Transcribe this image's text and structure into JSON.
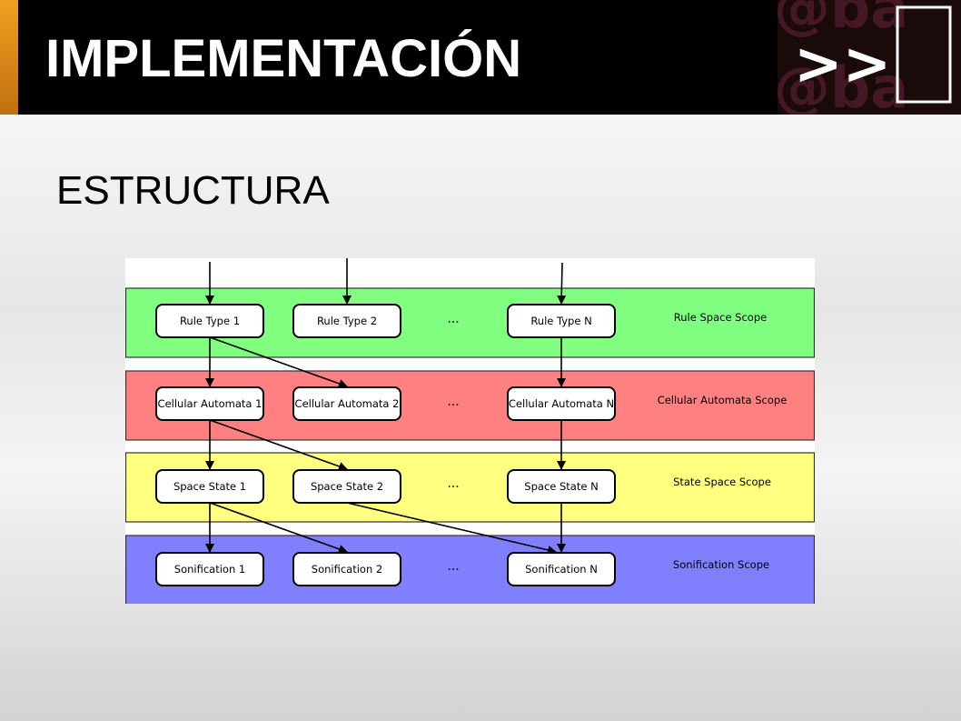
{
  "slide": {
    "title": "IMPLEMENTACIÓN",
    "subtitle": "ESTRUCTURA"
  },
  "logo": {
    "text": ">>",
    "watermark": "@ba"
  },
  "colors": {
    "header_bg": "#000000",
    "accent_stripe": "#f0a020",
    "rule_band": "#80ff80",
    "cellular_band": "#ff8080",
    "state_band": "#ffff80",
    "sonification_band": "#8080ff"
  },
  "diagram": {
    "bands": [
      {
        "scope": "Rule Space Scope",
        "color": "#80ff80",
        "nodes": [
          "Rule Type 1",
          "Rule Type 2",
          "Rule Type N"
        ],
        "ellipsis": "..."
      },
      {
        "scope": "Cellular Automata Scope",
        "color": "#ff8080",
        "nodes": [
          "Cellular Automata 1",
          "Cellular Automata 2",
          "Cellular Automata N"
        ],
        "ellipsis": "..."
      },
      {
        "scope": "State Space Scope",
        "color": "#ffff80",
        "nodes": [
          "Space State 1",
          "Space State 2",
          "Space State N"
        ],
        "ellipsis": "..."
      },
      {
        "scope": "Sonification Scope",
        "color": "#8080ff",
        "nodes": [
          "Sonification 1",
          "Sonification 2",
          "Sonification N"
        ],
        "ellipsis": "..."
      }
    ]
  }
}
